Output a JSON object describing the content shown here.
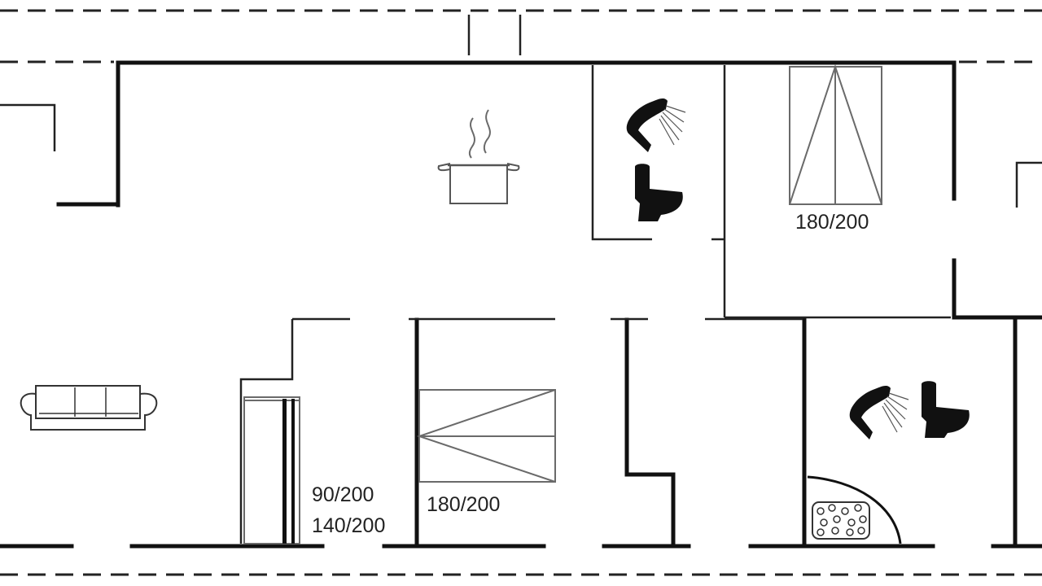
{
  "floorplan": {
    "bed_labels": {
      "double_bed_top": "180/200",
      "double_bed_bottom": "180/200",
      "bunk_upper": "90/200",
      "bunk_lower": "140/200"
    },
    "icons": [
      "cooking-pot-icon",
      "shower-icon",
      "toilet-icon",
      "sofa-icon",
      "whirlpool-bath-icon"
    ],
    "colors": {
      "wall": "#111111",
      "fixture_line": "#6a6a6a",
      "background": "#ffffff"
    }
  }
}
